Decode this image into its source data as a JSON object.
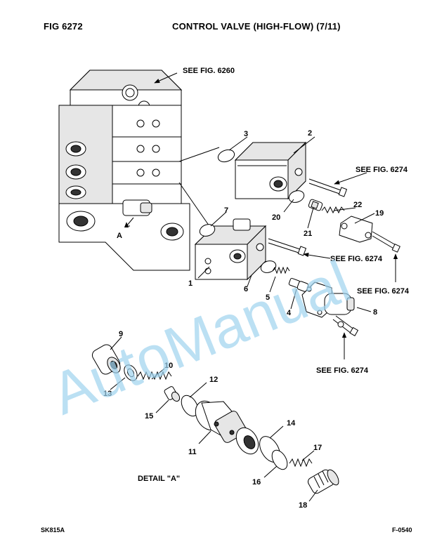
{
  "header": {
    "figure": "FIG   6272",
    "title": "CONTROL VALVE (HIGH-FLOW) (7/11)"
  },
  "footer": {
    "sheet": "SK815A",
    "code": "F-0540"
  },
  "references": {
    "ref_6260": "SEE FIG. 6260",
    "ref_6274_a": "SEE FIG. 6274",
    "ref_6274_b": "SEE FIG. 6274",
    "ref_6274_c": "SEE FIG. 6274",
    "ref_6274_d": "SEE FIG. 6274"
  },
  "detail": {
    "view_letter": "A",
    "label": "DETAIL \"A\""
  },
  "callouts": {
    "c1": "1",
    "c2": "2",
    "c3": "3",
    "c4": "4",
    "c5": "5",
    "c6": "6",
    "c7": "7",
    "c8": "8",
    "c9": "9",
    "c10": "10",
    "c11": "11",
    "c12": "12",
    "c13": "13",
    "c14": "14",
    "c15": "15",
    "c16": "16",
    "c17": "17",
    "c18": "18",
    "c19": "19",
    "c20": "20",
    "c21": "21",
    "c22": "22"
  },
  "watermark": "AutoManual"
}
